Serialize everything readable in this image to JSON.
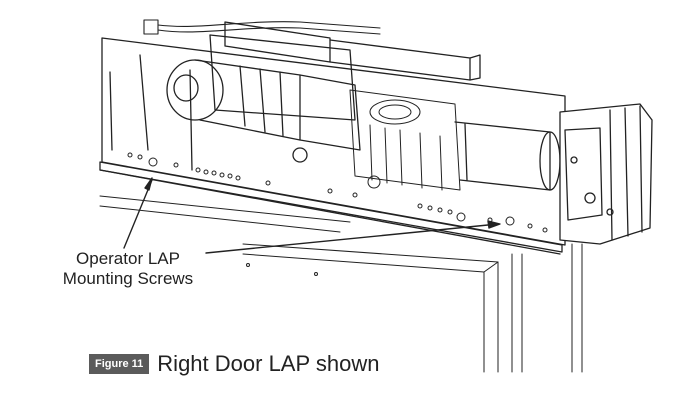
{
  "callout": {
    "line1": "Operator LAP",
    "line2": "Mounting Screws"
  },
  "caption": {
    "badge": "Figure 11",
    "text": "Right Door LAP shown"
  },
  "colors": {
    "ink": "#222222",
    "badge_bg": "#5b5b5b"
  }
}
